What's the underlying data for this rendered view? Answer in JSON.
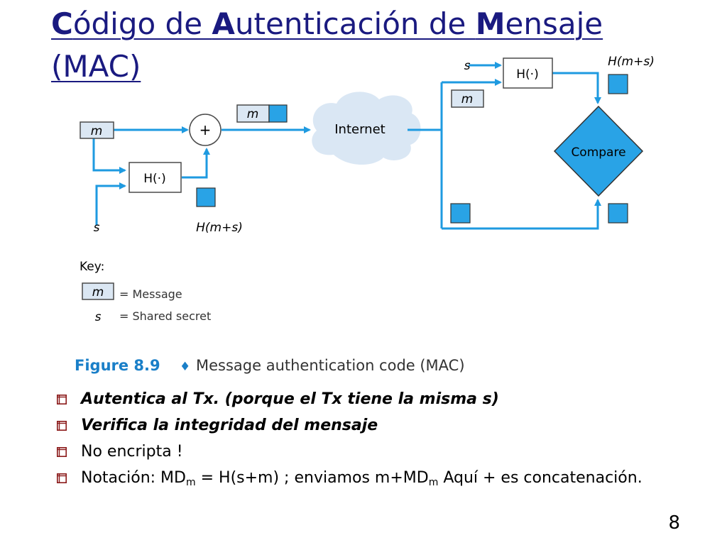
{
  "title": {
    "part1_bold": "C",
    "part1_rest": "ódigo de ",
    "part2_bold": "A",
    "part2_rest": "utenticación de ",
    "part3_bold": "M",
    "part3_rest": "ensaje",
    "line2": "(MAC)"
  },
  "diagram": {
    "m_label": "m",
    "s_label": "s",
    "hash_label": "H(·)",
    "plus_label": "+",
    "hash_out_label": "H(m+s)",
    "internet_label": "Internet",
    "compare_label": "Compare",
    "colors": {
      "arrow": "#1e9ae0",
      "block": "#29a3e6",
      "key_box": "#dbe7f3",
      "cloud": "#dae7f4"
    }
  },
  "key": {
    "heading": "Key:",
    "m_symbol": "m",
    "m_desc": "= Message",
    "s_symbol": "s",
    "s_desc": "= Shared secret"
  },
  "figure_caption": {
    "label": "Figure 8.9",
    "separator": "♦",
    "text": "Message authentication code (MAC)"
  },
  "bullets": {
    "b1": "Autentica al Tx. (porque el Tx tiene la misma s)",
    "b2": "Verifica la integridad del mensaje",
    "b3": "No encripta !",
    "b4_pre": "Notación: MD",
    "b4_sub1": "m",
    "b4_mid": " = H(s+m) ; enviamos m+MD",
    "b4_sub2": "m",
    "b4_post": "  Aquí + es concatenación."
  },
  "page_number": "8"
}
